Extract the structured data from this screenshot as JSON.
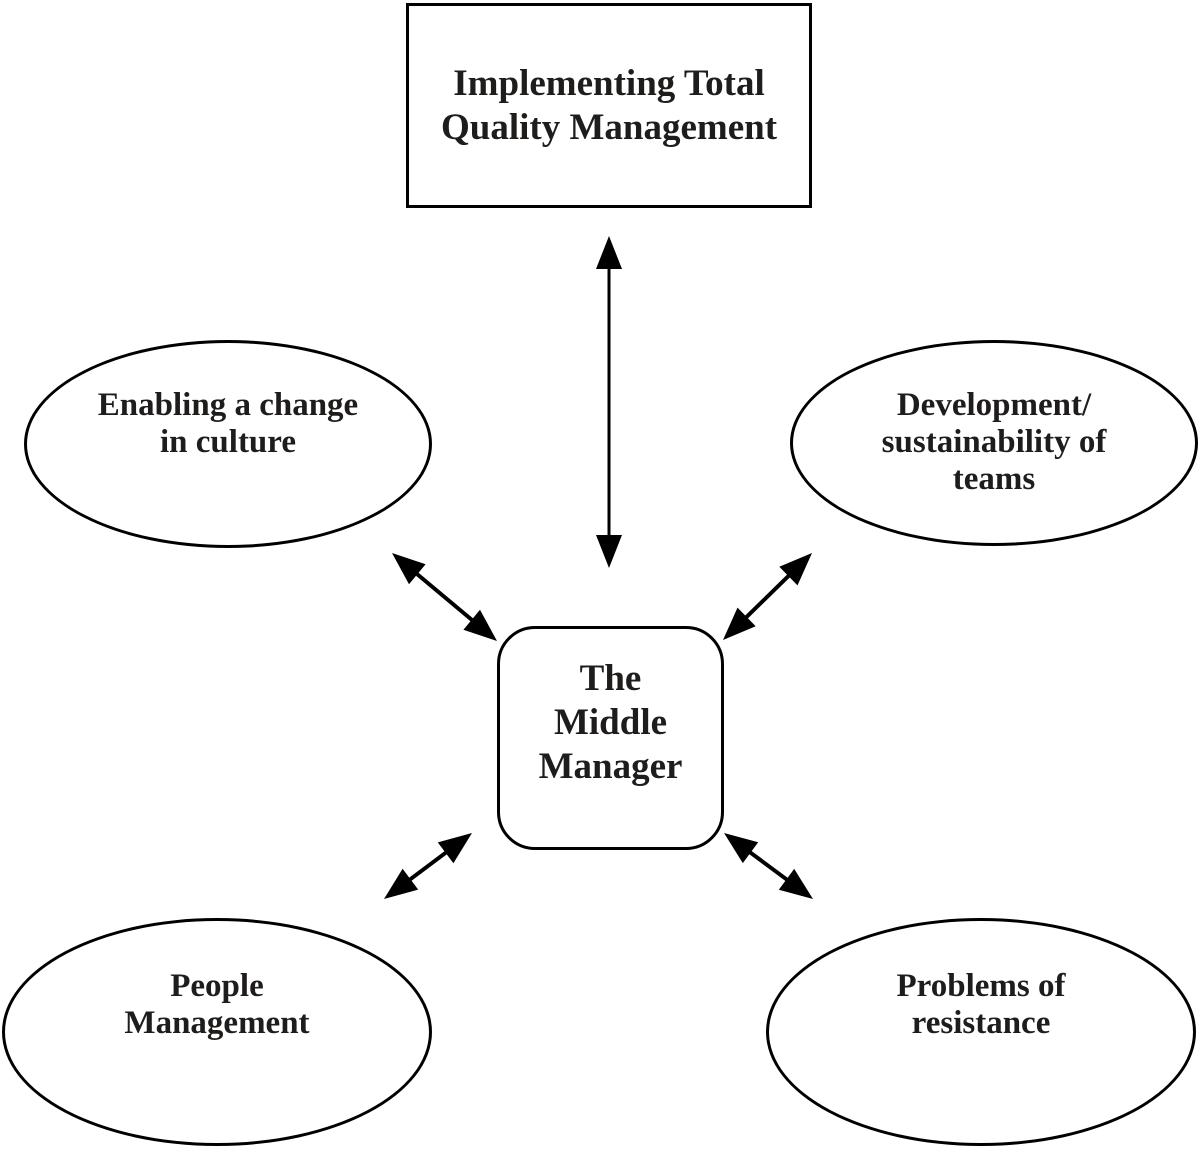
{
  "diagram": {
    "type": "concept-map",
    "colors": {
      "background": "#ffffff",
      "shape_stroke": "#000000",
      "text": "#1f1d1c"
    },
    "nodes": {
      "tqm": {
        "shape": "rectangle",
        "text": "Implementing Total Quality Management",
        "lines": [
          "Implementing Total",
          "Quality Management"
        ]
      },
      "middle_manager": {
        "shape": "rounded-rectangle",
        "text": "The Middle Manager",
        "lines": [
          "The",
          "Middle",
          "Manager"
        ]
      },
      "culture": {
        "shape": "ellipse",
        "text": "Enabling a change in culture",
        "lines": [
          "Enabling a change",
          "in culture"
        ]
      },
      "teams": {
        "shape": "ellipse",
        "text": "Development/ sustainability of teams",
        "lines": [
          "Development/",
          "sustainability of",
          "teams"
        ]
      },
      "people": {
        "shape": "ellipse",
        "text": "People Management",
        "lines": [
          "People",
          "Management"
        ]
      },
      "resistance": {
        "shape": "ellipse",
        "text": "Problems of resistance",
        "lines": [
          "Problems of",
          "resistance"
        ]
      }
    },
    "connections": [
      {
        "from": "tqm",
        "to": "middle_manager",
        "style": "double-headed-arrow"
      },
      {
        "from": "culture",
        "to": "middle_manager",
        "style": "double-headed-arrow"
      },
      {
        "from": "teams",
        "to": "middle_manager",
        "style": "double-headed-arrow"
      },
      {
        "from": "people",
        "to": "middle_manager",
        "style": "double-headed-arrow"
      },
      {
        "from": "resistance",
        "to": "middle_manager",
        "style": "double-headed-arrow"
      }
    ]
  }
}
